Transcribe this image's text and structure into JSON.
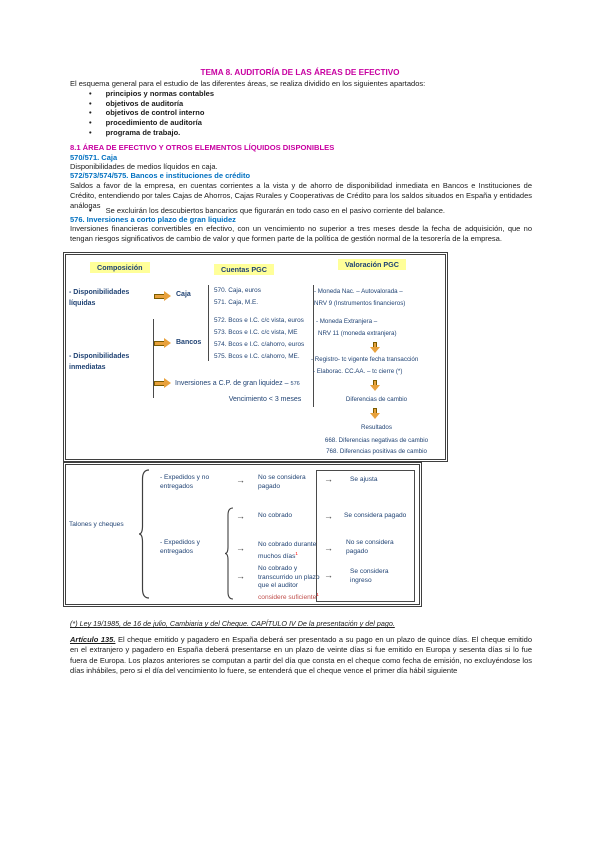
{
  "icons": {
    "arrow_right": "→"
  },
  "doc": {
    "title": "TEMA 8. AUDITORÍA DE LAS ÁREAS DE EFECTIVO",
    "intro": "El esquema general para el estudio de las diferentes áreas, se realiza dividido en los siguientes apartados:",
    "bullets": [
      "principios y normas contables",
      "objetivos de auditoría",
      "objetivos de control interno",
      "procedimiento de auditoría",
      "programa de trabajo."
    ],
    "section_heading": "8.1 ÁREA DE EFECTIVO Y OTROS ELEMENTOS LÍQUIDOS DISPONIBLES",
    "caja_heading": "570/571. Caja",
    "caja_text": "Disponibilidades de medios líquidos en caja.",
    "bancos_heading": "572/573/574/575. Bancos e instituciones de crédito",
    "bancos_text": "Saldos a favor de la empresa, en cuentas corrientes a la vista y de ahorro de disponibilidad inmediata en Bancos e Instituciones de Crédito, entendiendo por tales Cajas de Ahorros, Cajas Rurales y Cooperativas de Crédito para los saldos situados en España y entidades análogas",
    "bancos_bullet": "Se excluirán los descubiertos bancarios que figurarán en todo caso en el pasivo corriente del balance.",
    "inversiones_heading": "576. Inversiones a corto plazo de gran liquidez",
    "inversiones_text": "Inversiones financieras convertibles en efectivo, con un vencimiento no superior a tres meses desde la fecha de adquisición, que no tengan riesgos significativos de cambio de valor y que formen parte de la política de gestión normal de la tesorería de la empresa.",
    "footnote": "(*) Ley 19/1985, de 16 de julio, Cambiaria y del Cheque. CAPÍTULO IV De la presentación y del pago.",
    "articulo_label": "Artículo 135.",
    "articulo_text": " El cheque emitido y pagadero en España deberá ser presentado a su pago en un plazo de quince días. El cheque emitido en el extranjero y pagadero en España deberá presentarse en un plazo de veinte días si fue emitido en Europa y sesenta días si lo fue fuera de Europa. Los plazos anteriores se computan a partir del día que consta en el cheque como fecha de emisión, no excluyéndose los días inhábiles, pero si el día del vencimiento lo fuere, se entenderá que el cheque vence el primer día hábil siguiente"
  },
  "diagram1": {
    "headers": {
      "composicion": "Composición",
      "cuentas": "Cuentas PGC",
      "valoracion": "Valoración PGC"
    },
    "left": {
      "liquidas": "- Disponibilidades líquidas",
      "inmediatas": "- Disponibilidades inmediatas"
    },
    "caja_label": "Caja",
    "bancos_label": "Bancos",
    "accounts_caja": [
      "570. Caja, euros",
      "571. Caja, M.E."
    ],
    "accounts_bancos": [
      "572. Bcos e I.C. c/c vista, euros",
      "573. Bcos e I.C. c/c vista, ME",
      "574. Bcos e I.C. c/ahorro, euros",
      "575. Bcos e I.C. c/ahorro, ME."
    ],
    "inversiones_label": "Inversiones a C.P. de gran liquidez – ",
    "inversiones_num": "576",
    "vencimiento": "Vencimiento < 3 meses",
    "valoracion": {
      "moneda_nac_1": "- Moneda Nac. – Autovalorada –",
      "moneda_nac_2": "NRV 9 (Instrumentos financieros)",
      "moneda_ext_1": "- Moneda Extranjera –",
      "moneda_ext_2": "NRV 11 (moneda extranjera)",
      "registro": "- Registro- tc vigente fecha transacción",
      "elaborac": "- Elaborac. CC.AA. – tc cierre (*)",
      "diferencias": "Diferencias de cambio",
      "resultados": "Resultados",
      "negativas": "668. Diferencias negativas de cambio",
      "positivas": "768. Diferencias positivas de cambio"
    },
    "colors": {
      "highlight": "#ffff99",
      "text_blue": "#1f4273",
      "arrow_orange": "#e8a13c"
    }
  },
  "diagram2": {
    "root": "Talones y cheques",
    "branch1_label": "- Expedidos y no entregados",
    "branch1_condition": "No se considera pagado",
    "branch1_outcome": "Se ajusta",
    "branch2_label": "- Expedidos y entregados",
    "sub1_condition": "No cobrado",
    "sub1_outcome": "Se considera pagado",
    "sub2_condition": "No cobrado durante muchos días",
    "sub2_outcome": "No se considera pagado",
    "sub3_condition_a": "No cobrado y transcurrido un plazo que el auditor ",
    "sub3_condition_b": "considere suficiente",
    "sub3_outcome": "Se considera ingreso",
    "footnote_mark": "1"
  }
}
